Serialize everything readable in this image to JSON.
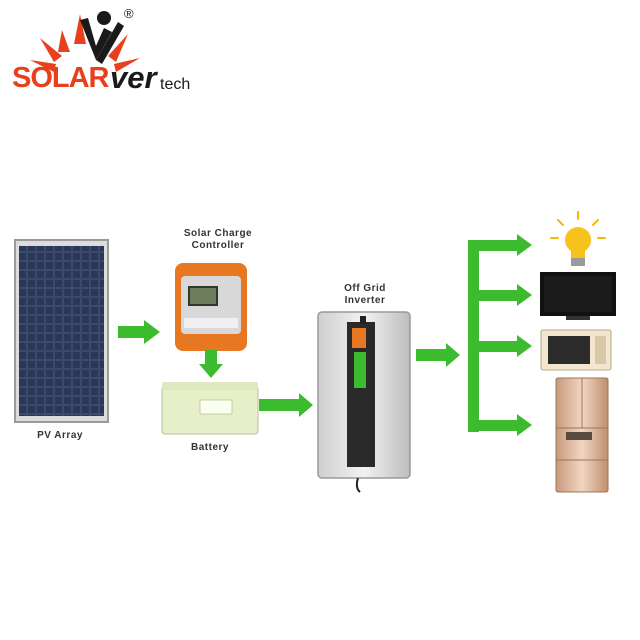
{
  "logo": {
    "brand_solar": "SOLAR",
    "brand_ver": "ver",
    "brand_tech": "tech",
    "registered": "®",
    "colors": {
      "orange": "#e8401c",
      "dark": "#1a1a1a"
    }
  },
  "diagram": {
    "pv_array_label": "PV Array",
    "charge_controller_label_line1": "Solar Charge",
    "charge_controller_label_line2": "Controller",
    "battery_label": "Battery",
    "inverter_label_line1": "Off Grid",
    "inverter_label_line2": "Inverter",
    "arrow_color": "#3dbb2e",
    "loads": [
      "light-bulb",
      "television",
      "microwave",
      "refrigerator"
    ]
  }
}
